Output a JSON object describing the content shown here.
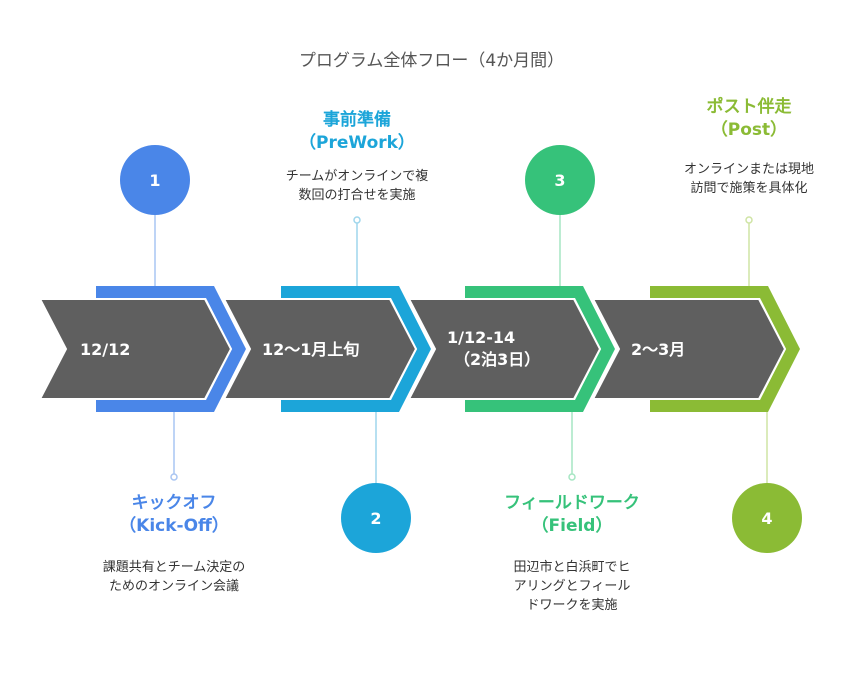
{
  "title": "プログラム全体フロー（4か月間）",
  "colors": {
    "arrow": "#5f5f5f",
    "stage1": "#4a86e8",
    "stage2": "#1ca5d9",
    "stage3": "#36c27a",
    "stage4": "#8bbb35"
  },
  "stages": [
    {
      "number": "1",
      "date": "12/12",
      "name": "キックオフ",
      "name_sub": "（Kick-Off）",
      "description": "課題共有とチーム決定の\nためのオンライン会議"
    },
    {
      "number": "2",
      "date": "12〜1月上旬",
      "name": "事前準備",
      "name_sub": "（PreWork）",
      "description": "チームがオンラインで複\n数回の打合せを実施"
    },
    {
      "number": "3",
      "date": "1/12-14\n（2泊3日）",
      "name": "フィールドワーク",
      "name_sub": "（Field）",
      "description": "田辺市と白浜町でヒ\nアリングとフィール\nドワークを実施"
    },
    {
      "number": "4",
      "date": "2〜3月",
      "name": "ポスト伴走",
      "name_sub": "（Post）",
      "description": "オンラインまたは現地\n訪問で施策を具体化"
    }
  ]
}
